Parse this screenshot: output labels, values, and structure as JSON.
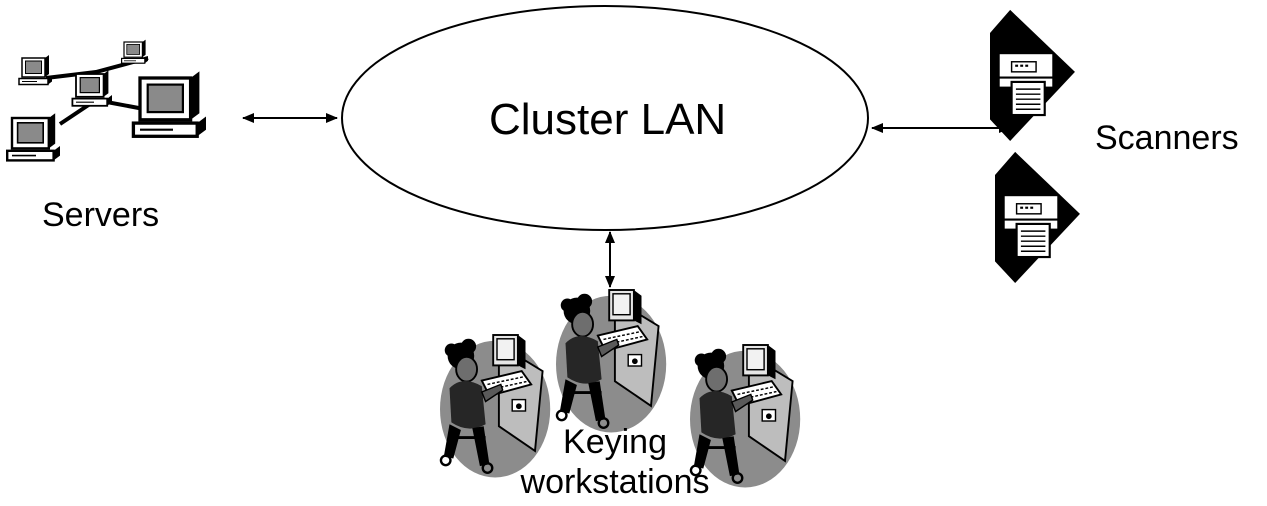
{
  "hub": {
    "label": "Cluster LAN"
  },
  "nodes": {
    "servers": {
      "label": "Servers",
      "icon": "networked-computers-icon"
    },
    "scanners": {
      "label": "Scanners",
      "icon": "scanner-icon"
    },
    "keying": {
      "label_line1": "Keying",
      "label_line2": "workstations",
      "icon": "person-at-workstation-icon"
    }
  },
  "colors": {
    "stroke": "#000000",
    "fill_dark": "#808080",
    "fill_light": "#d9d9d9",
    "background": "#ffffff"
  }
}
